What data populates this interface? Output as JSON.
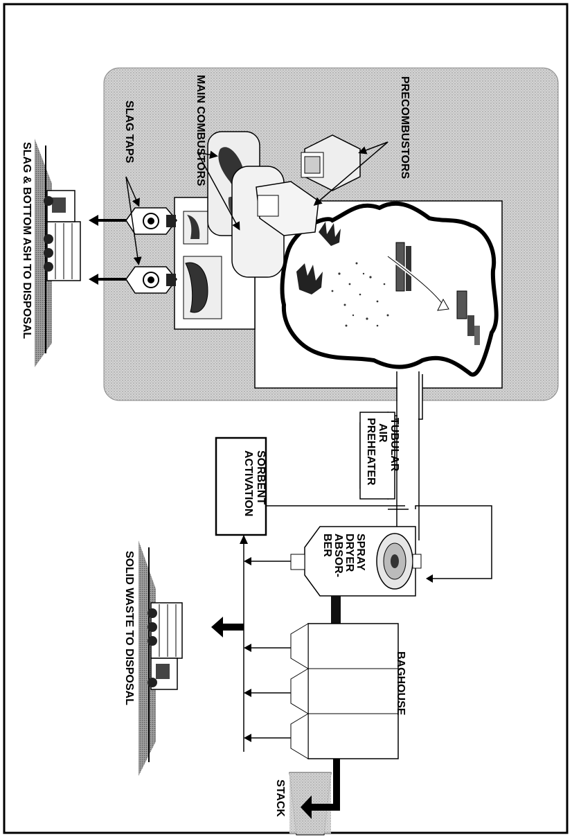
{
  "labels": {
    "precombustors": "PRECOMBUSTORS",
    "main_combustors": "MAIN COMBUSTORS",
    "slag_taps": "SLAG TAPS",
    "slag_disposal": "SLAG & BOTTOM ASH TO DISPOSAL",
    "air_preheater": [
      "TUBULAR",
      "AIR",
      "PREHEATER"
    ],
    "sorbent_activation": [
      "SORBENT",
      "ACTIVATION"
    ],
    "spray_dryer": [
      "SPRAY",
      "DRYER",
      "ABSOR-",
      "BER"
    ],
    "baghouse": "BAGHOUSE",
    "stack": "STACK",
    "solid_waste": "SOLID WASTE TO DISPOSAL"
  },
  "colors": {
    "boiler_shade": "#c8c8c8",
    "stack_shade": "#bdbdbd",
    "ground_shade": "#9a9a9a",
    "line": "#000000"
  }
}
